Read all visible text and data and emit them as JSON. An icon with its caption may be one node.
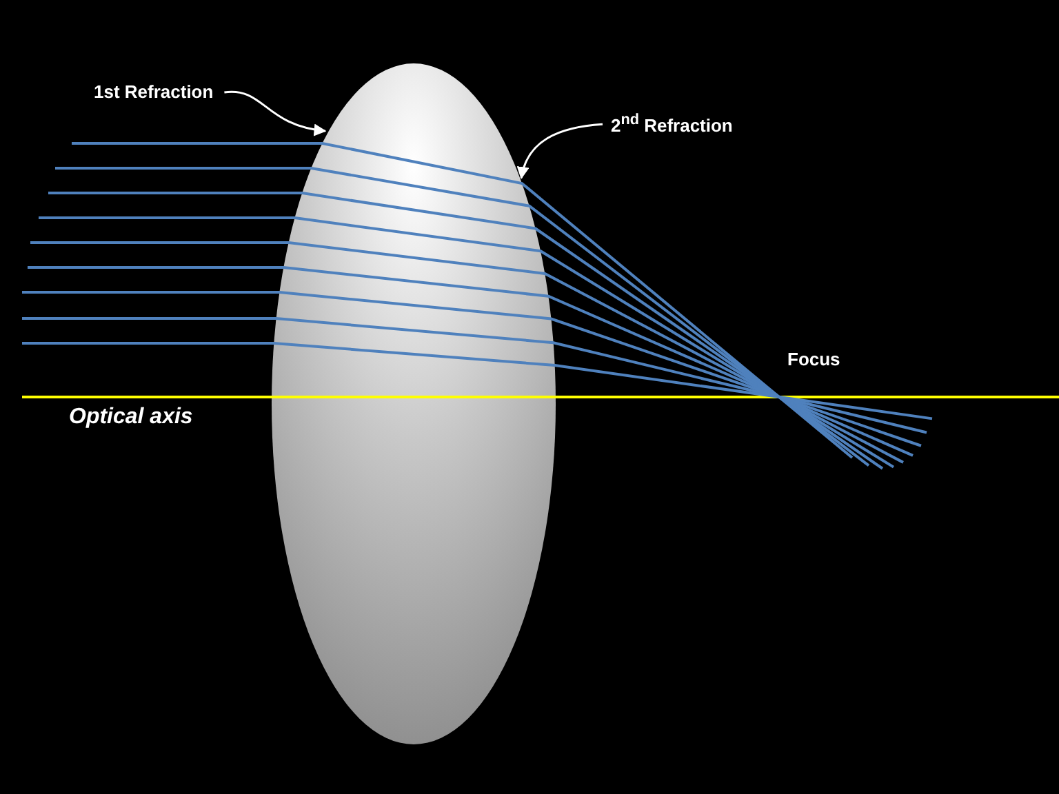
{
  "diagram": {
    "nodes": [
      {
        "text": [
          "1st Refraction"
        ]
      },
      {
        "text": [
          "2$^{nd}$ Refraction"
        ]
      },
      {
        "text": [],
        "shape": "ellipse"
      }
    ],
    "edges": [
      {
        "from": 0,
        "to": 2,
        "arrow": "to"
      },
      {
        "from": 1,
        "to": 2,
        "arrow": "to"
      }
    ],
    "labels": [
      "Focus",
      "Optical axis"
    ]
  }
}
